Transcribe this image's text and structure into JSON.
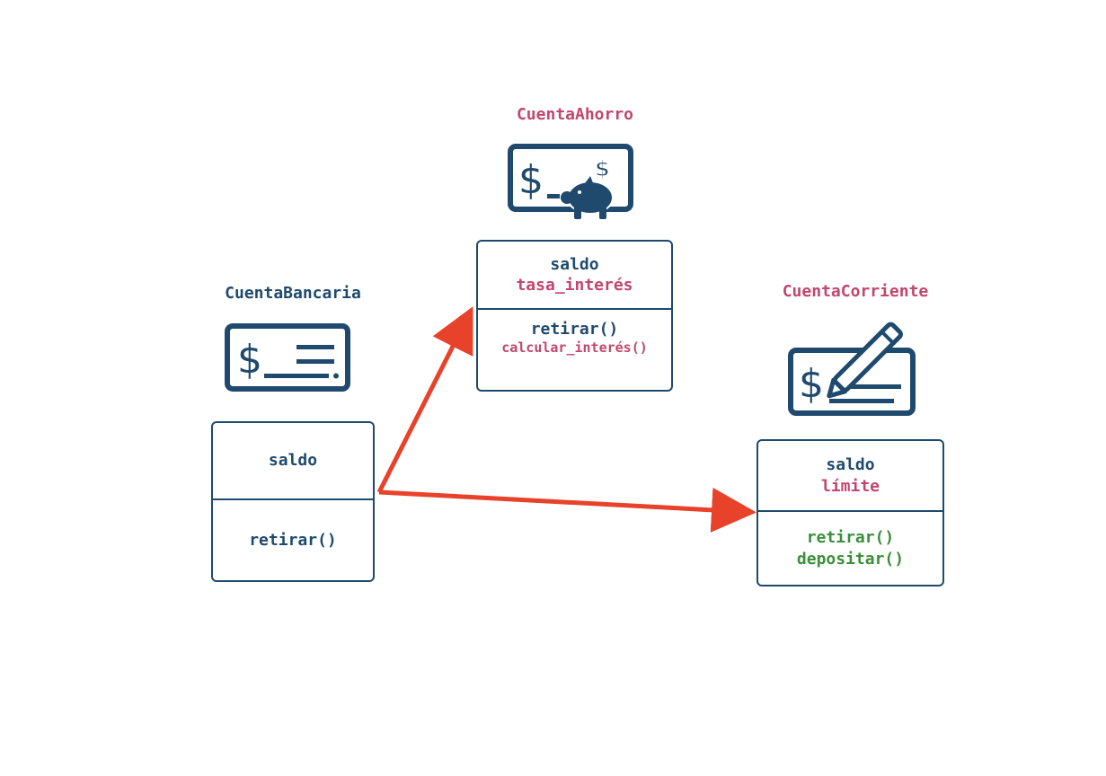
{
  "colors": {
    "navy": "#1f4a6e",
    "pink": "#c2466e",
    "green": "#3a8f3a",
    "arrow": "#e8422a"
  },
  "classes": {
    "bancaria": {
      "name": "CuentaBancaria",
      "icon": "check-dollar-lines-icon",
      "attributes": [
        "saldo"
      ],
      "methods": [
        "retirar()"
      ]
    },
    "ahorro": {
      "name": "CuentaAhorro",
      "icon": "check-piggy-bank-icon",
      "attributes": [
        "saldo",
        "tasa_interés"
      ],
      "methods": [
        "retirar()",
        "calcular_interés()"
      ]
    },
    "corriente": {
      "name": "CuentaCorriente",
      "icon": "check-pen-icon",
      "attributes": [
        "saldo",
        "límite"
      ],
      "methods": [
        "retirar()",
        "depositar()"
      ]
    }
  },
  "relations": [
    {
      "from": "CuentaBancaria",
      "to": "CuentaAhorro"
    },
    {
      "from": "CuentaBancaria",
      "to": "CuentaCorriente"
    }
  ]
}
